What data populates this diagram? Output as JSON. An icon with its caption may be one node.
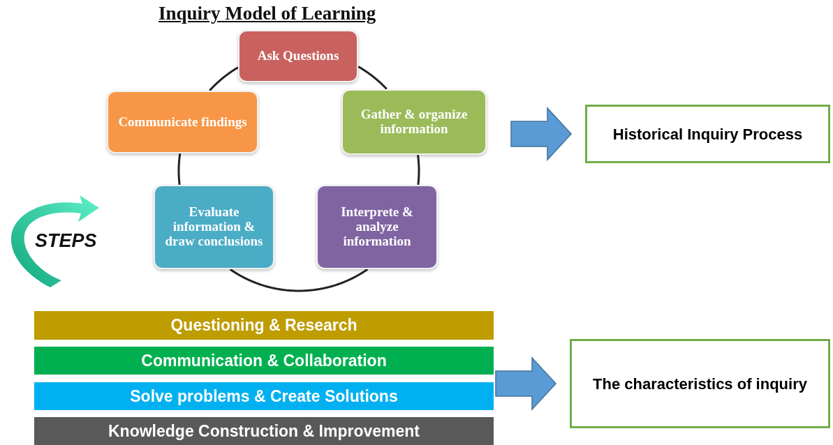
{
  "diagram": {
    "title": "Inquiry Model of Learning",
    "nodes": [
      {
        "text": [
          "Ask Questions"
        ]
      },
      {
        "text": [
          "Communicate findings"
        ]
      },
      {
        "text": [
          "Gather & organize information"
        ]
      },
      {
        "text": [
          "Historical Inquiry Process"
        ]
      },
      {
        "text": [
          "Evaluate information & draw conclusions"
        ]
      },
      {
        "text": [
          "Interprete & analyze information"
        ]
      },
      {
        "text": [
          "Questioning & Research"
        ]
      },
      {
        "text": [
          "Communication & Collaboration"
        ]
      },
      {
        "text": [
          "Solve problems & Create Solutions"
        ]
      },
      {
        "text": [
          "Knowledge Construction & Improvement"
        ]
      },
      {
        "text": [
          "The characteristics of inquiry"
        ]
      }
    ],
    "edges": [
      {
        "from": 0,
        "to": 2,
        "arrow": "none"
      },
      {
        "from": 2,
        "to": 5,
        "arrow": "none"
      },
      {
        "from": 5,
        "to": 4,
        "arrow": "none"
      },
      {
        "from": 4,
        "to": 1,
        "arrow": "none"
      },
      {
        "from": 1,
        "to": 0,
        "arrow": "none"
      },
      {
        "from": null,
        "to": 3,
        "arrow": "to",
        "style": "thick",
        "color": "#5b9bd5"
      },
      {
        "from": null,
        "to": 10,
        "arrow": "to",
        "style": "thick",
        "color": "#5b9bd5"
      }
    ],
    "labels": [
      "STEPS"
    ]
  }
}
